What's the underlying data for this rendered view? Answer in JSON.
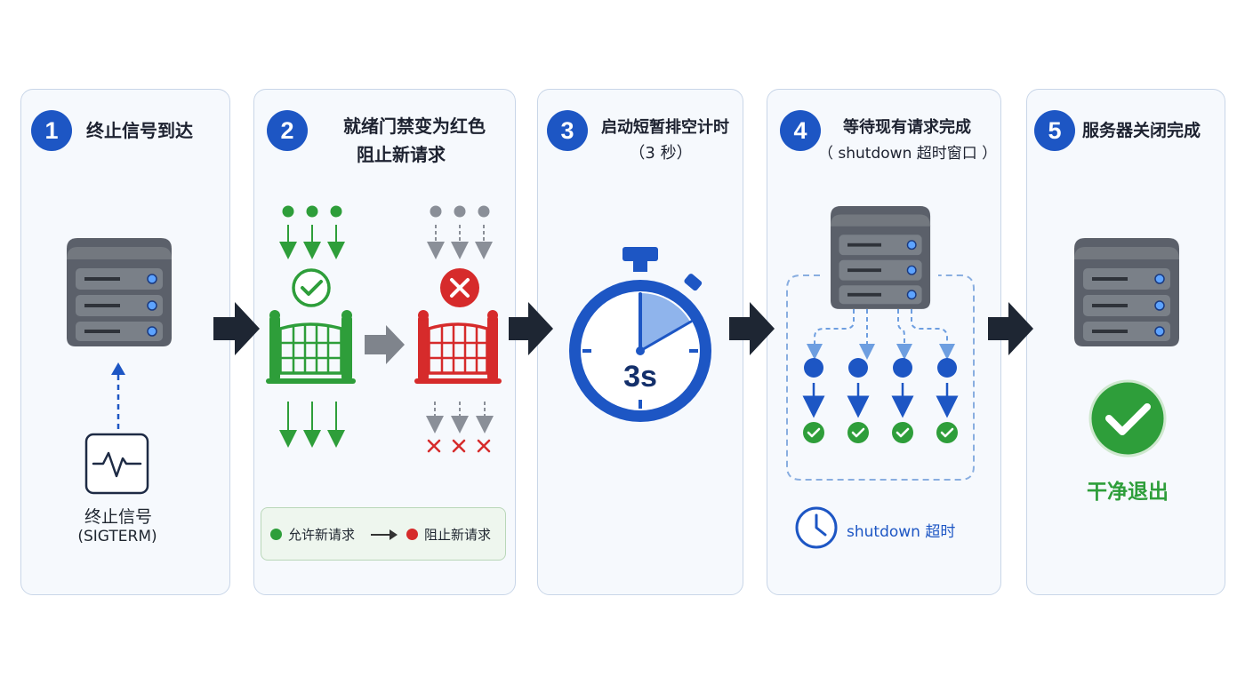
{
  "steps": [
    {
      "number": "1",
      "title": "终止信号到达",
      "signal_label": "终止信号",
      "signal_sub": "(SIGTERM)"
    },
    {
      "number": "2",
      "title_line1": "就绪门禁变为红色",
      "title_line2": "阻止新请求",
      "legend_allow": "允许新请求",
      "legend_block": "阻止新请求"
    },
    {
      "number": "3",
      "title_line1": "启动短暂排空计时",
      "title_line2": "（3 秒）",
      "timer_text": "3s"
    },
    {
      "number": "4",
      "title_line1": "等待现有请求完成",
      "title_line2": "（ shutdown 超时窗口 ）",
      "timeout_label": "shutdown 超时"
    },
    {
      "number": "5",
      "title": "服务器关闭完成",
      "result_label": "干净退出"
    }
  ],
  "colors": {
    "accent_blue": "#1d56c4",
    "allow_green": "#2e9e3a",
    "block_red": "#d62b2b",
    "server_gray": "#5b606a",
    "arrow_dark": "#1e2633"
  },
  "icons": [
    "server-icon",
    "signal-pulse-icon",
    "check-icon",
    "cross-icon",
    "gate-icon",
    "stopwatch-icon",
    "clock-icon"
  ]
}
